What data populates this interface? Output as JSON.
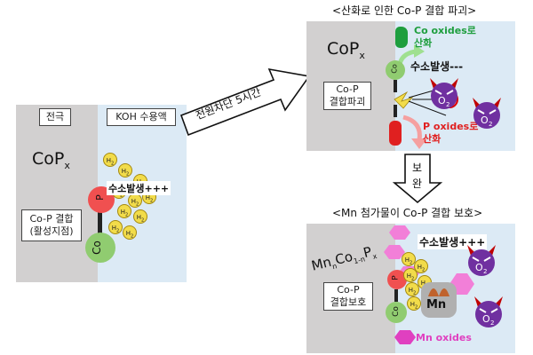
{
  "left_panel": {
    "electrode_label": "전극",
    "electrolyte_label": "KOH 수용액",
    "catalyst_formula": "CoP",
    "catalyst_sub": "x",
    "bond_label": "Co-P 결합\n(활성지점)",
    "evolution_label": "수소발생+++",
    "atom_p": "P",
    "atom_co": "Co"
  },
  "middle_arrow": {
    "label": "전원차단 5시간"
  },
  "top_right": {
    "title": "<산화로 인한 Co-P 결합 파괴>",
    "catalyst_formula": "CoP",
    "catalyst_sub": "x",
    "co_oxides_label": "Co oxides로\n산화",
    "evolution_label": "수소발생---",
    "bond_label": "Co-P\n결합파괴",
    "p_oxides_label": "P oxides로\n산화",
    "atom_co": "Co"
  },
  "down_arrow": {
    "label": "보\n완"
  },
  "bottom_right": {
    "title": "<Mn 첨가물이 Co-P 결합 보호>",
    "catalyst_formula": "Mn",
    "evolution_label": "수소발생+++",
    "bond_label": "Co-P\n결합보호",
    "mn_label": "Mn",
    "mn_oxides_label": "Mn oxides",
    "atom_p": "P",
    "atom_co": "Co"
  },
  "molecule_labels": {
    "h2": "H2",
    "o2": "O2"
  },
  "colors": {
    "electrode_gray": "#d2d0d0",
    "electrolyte_blue": "#dceaf5",
    "p_atom_red": "#f05050",
    "co_atom_green": "#90cc70",
    "h2_yellow": "#f2dc4a",
    "o2_purple": "#7030a0",
    "co_oxide_green": "#1e9e3e",
    "p_oxide_red": "#e02020",
    "mn_oxide_magenta": "#e040c0",
    "mn_hex_pink": "#f27fd8"
  }
}
